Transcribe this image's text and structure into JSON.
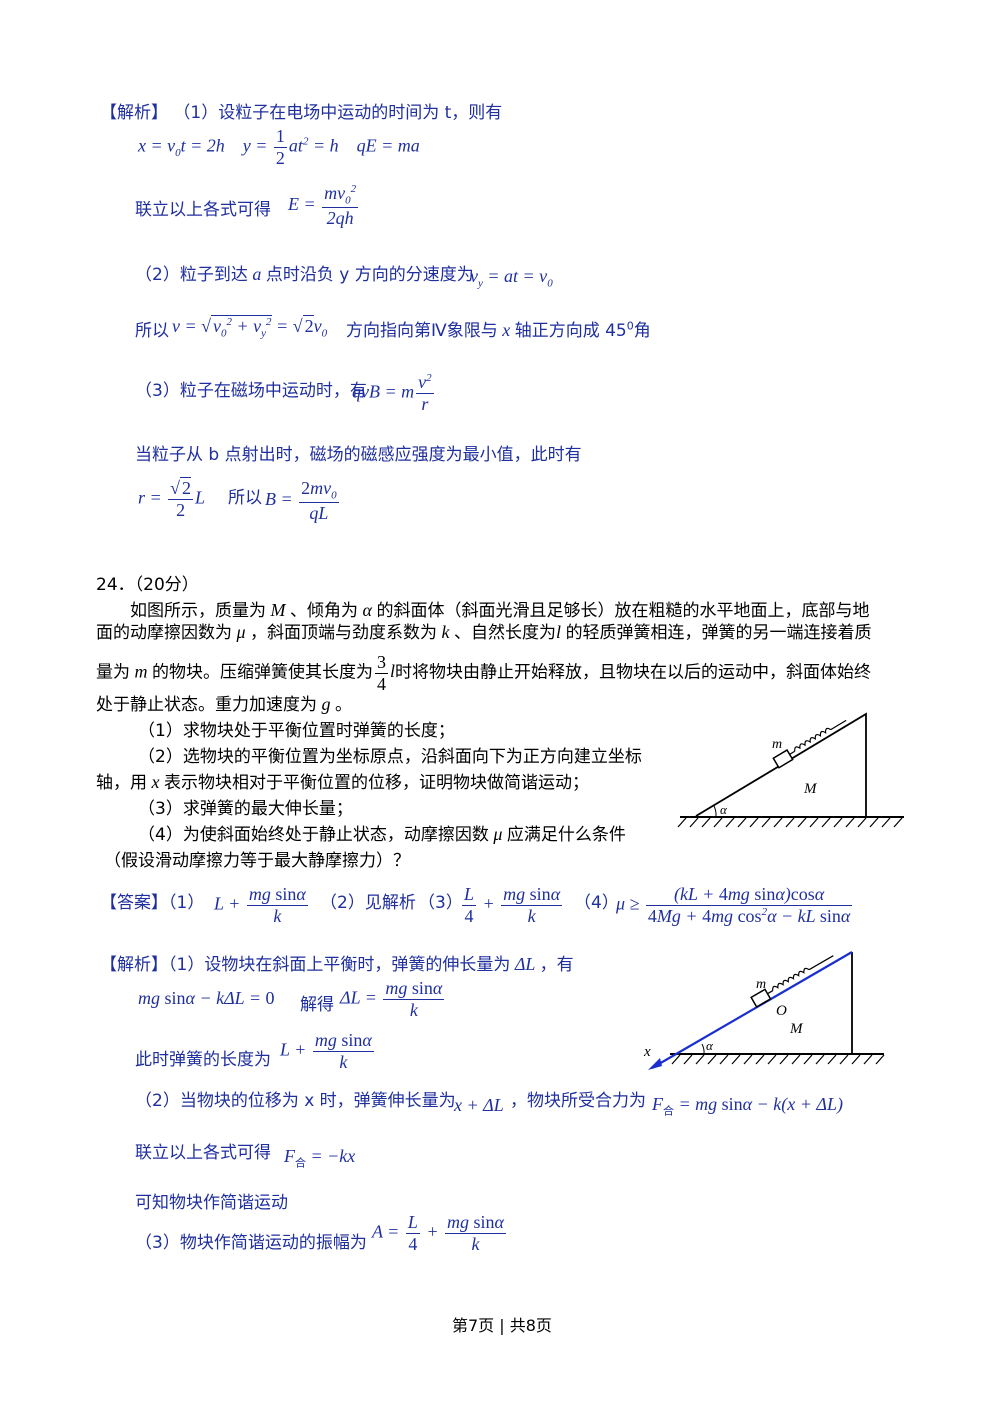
{
  "part23": {
    "label": "【解析】",
    "s1": "（1）设粒子在电场中运动的时间为 t，则有",
    "lianli": "联立以上各式可得",
    "s2": "（2）粒子到达",
    "s2b": "点时沿负 y 方向的分速度为",
    "suoyi": "所以",
    "dir": "方向指向第Ⅳ象限与",
    "dir2": "轴正方向成 45",
    "deg": "0",
    "dir3": "角",
    "s3": "（3）粒子在磁场中运动时，有",
    "s4": "当粒子从 b 点射出时，磁场的磁感应强度为最小值，此时有",
    "suoyi2": "所以"
  },
  "q24": {
    "header": "24．（20分）",
    "p1a": "如图所示，质量为",
    "p1b": "、倾角为",
    "p1c": "的斜面体（斜面光滑且足够长）放在粗糙的水平地面上，底部与地",
    "p2a": "面的动摩擦因数为",
    "p2b": "，斜面顶端与劲度系数为",
    "p2c": "、自然长度为",
    "p2d": "的轻质弹簧相连，弹簧的另一端连接着质",
    "p3a": "量为",
    "p3b": "的物块。压缩弹簧使其长度为",
    "p3c": "时将物块由静止开始释放，且物块在以后的运动中，斜面体始终",
    "p4a": "处于静止状态。重力加速度为",
    "p4b": "。",
    "i1": "（1）求物块处于平衡位置时弹簧的长度；",
    "i2": "（2）选物块的平衡位置为坐标原点，沿斜面向下为正方向建立坐标",
    "i2b": "轴，用",
    "i2c": "表示物块相对于平衡位置的位移，证明物块做简谐运动；",
    "i3": "（3）求弹簧的最大伸长量；",
    "i4a": "（4）为使斜面始终处于静止状态，动摩擦因数",
    "i4b": "应满足什么条件",
    "i5": "（假设滑动摩擦力等于最大静摩擦力）？"
  },
  "answer": {
    "label": "【答案】",
    "a1": "（1）",
    "a2": "（2）见解析",
    "a3": "（3）",
    "a4": "（4）"
  },
  "sol24": {
    "label": "【解析】",
    "l1": "（1）设物块在斜面上平衡时，弹簧的伸长量为",
    "l1b": "，有",
    "jiede": "解得",
    "l3": "此时弹簧的长度为",
    "l4a": "（2）当物块的位移为 x 时，弹簧伸长量为",
    "l4b": "，物块所受合力为",
    "lianli": "联立以上各式可得",
    "l6": "可知物块作简谐运动",
    "l7": "（3）物块作简谐运动的振幅为"
  },
  "figure1": {
    "m": "m",
    "M": "M",
    "alpha": "α"
  },
  "figure2": {
    "m": "m",
    "M": "M",
    "O": "O",
    "alpha": "α",
    "x": "x"
  },
  "footer": "第7页 | 共8页",
  "colors": {
    "solution_text": "#1f2f9e",
    "arrow": "#1a2fd0"
  }
}
